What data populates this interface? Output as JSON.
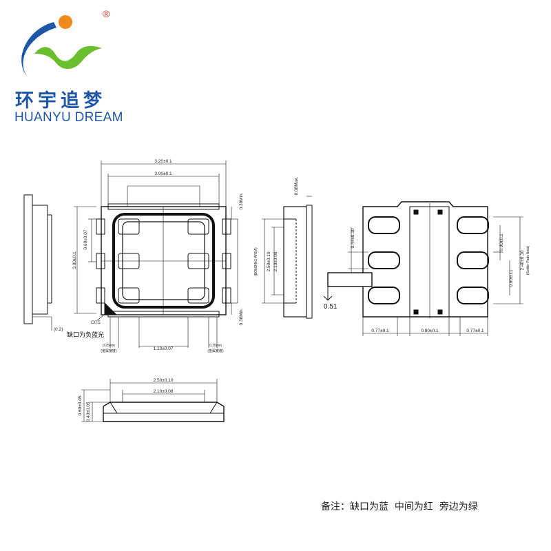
{
  "logo": {
    "chinese_name": "环宇追梦",
    "english_name": "HUANYU DREAM",
    "registered_mark": "®",
    "colors": {
      "sun": "#f08a1c",
      "swoosh": "#1f57a8",
      "wave": "#6bbf2f",
      "text": "#1f57a8",
      "mark": "#d8231c"
    }
  },
  "top_view": {
    "dim_width_outer": "3.20±0.1",
    "dim_width_inner": "3.00±0.1",
    "dim_height": "3.00±0.1",
    "dim_pad_pitch": "0.60±0.07",
    "dim_chamfer": "C0.5",
    "dim_gap": "(0.2)",
    "dim_pad_gap": "1.10±0.07",
    "dim_min_left": "0.25min",
    "dim_min_right": "0.25min",
    "dim_min_left_sub": "(金属宽度)",
    "dim_min_right_sub": "(金属宽度)",
    "dim_top_min": "0.38Min.",
    "dim_bottom_min": "0.38Min.",
    "note_cathode": "缺口为负蓝光"
  },
  "side_view": {
    "dim_top": "0.08Max.",
    "dim_outer": "2.50±0.10",
    "dim_inner": "2.10±0.08",
    "dim_label": "(BONDING AREA)"
  },
  "bottom_view": {
    "dim_pad_w": "0.44±0.10",
    "dim_pad_pitch": "0.90±0.1",
    "dim_pad_pitch2": "0.90±0.1",
    "dim_pad_area": "2.40±0.10",
    "dim_pad_area_label": "(Solder Pads Area)",
    "dim_left": "0.77±0.1",
    "dim_mid": "0.90±0.1",
    "dim_right": "0.77±0.1",
    "dim_marker": "0.51"
  },
  "front_view": {
    "dim_h1": "0.60±0.05",
    "dim_h2": "0.40±0.05",
    "dim_outer": "2.50±0.10",
    "dim_inner": "2.10±0.08"
  },
  "footer_note": {
    "prefix": "备注：",
    "item1": "缺口为蓝",
    "item2": "中间为红",
    "item3": "旁边为绿"
  }
}
